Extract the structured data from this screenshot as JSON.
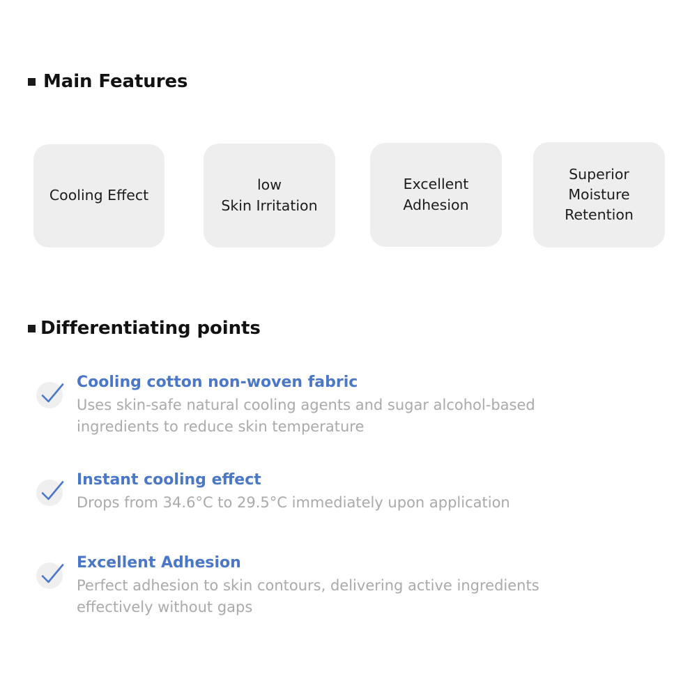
{
  "sections": {
    "main_features": {
      "heading": "Main Features",
      "bullet_icon": "square-bullet-icon",
      "cards": [
        {
          "label": "Cooling Effect"
        },
        {
          "label": "low\nSkin Irritation"
        },
        {
          "label": "Excellent\nAdhesion"
        },
        {
          "label": "Superior\nMoisture\nRetention"
        }
      ]
    },
    "differentiating_points": {
      "heading": "Differentiating points",
      "bullet_icon": "square-bullet-icon",
      "items": [
        {
          "icon": "check-icon",
          "title": "Cooling cotton non-woven fabric",
          "description": "Uses skin-safe natural cooling agents and sugar alcohol-based\ningredients to reduce skin temperature"
        },
        {
          "icon": "check-icon",
          "title": "Instant cooling effect",
          "description": "Drops from 34.6°C to 29.5°C immediately upon application"
        },
        {
          "icon": "check-icon",
          "title": "Excellent Adhesion",
          "description": "Perfect adhesion to skin contours, delivering active ingredients\neffectively without gaps"
        }
      ]
    }
  },
  "colors": {
    "background": "#ffffff",
    "heading_text": "#121212",
    "bullet": "#1a1a1a",
    "card_background": "#eeeeee",
    "card_text": "#1c1c1c",
    "point_title": "#4a77c8",
    "point_description": "#aaaaaa",
    "check_circle": "#efefef",
    "check_stroke": "#4a77c8"
  }
}
